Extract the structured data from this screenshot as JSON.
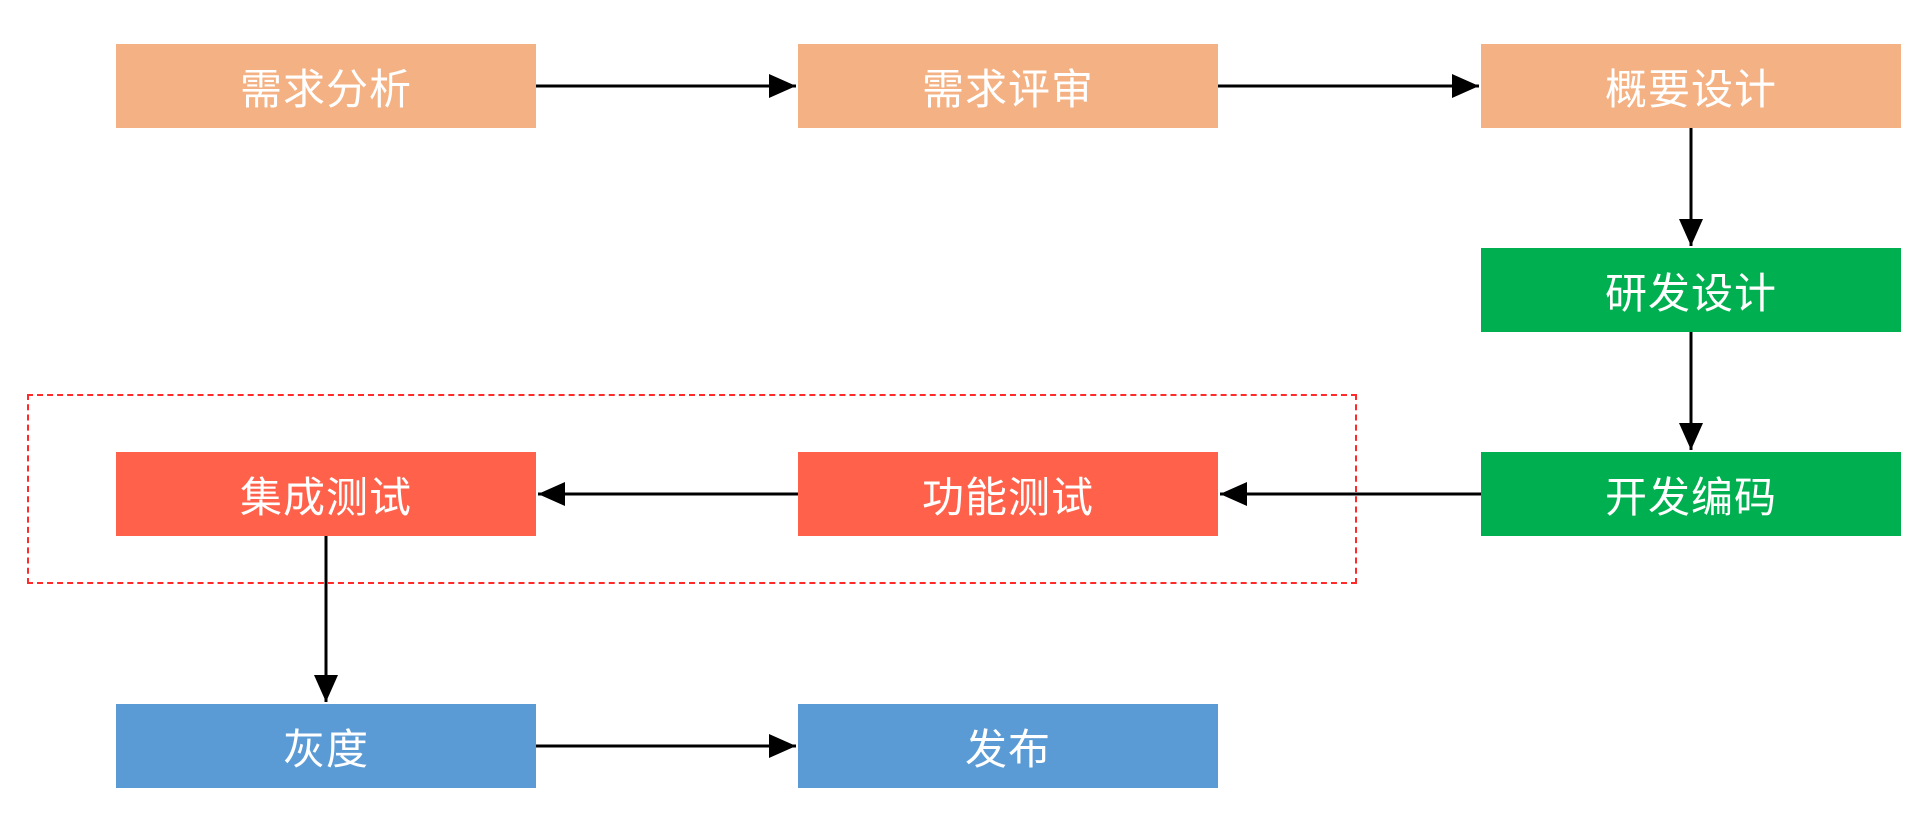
{
  "colors": {
    "requirement": "#F4B183",
    "development": "#00B050",
    "testing": "#FF614B",
    "release": "#5B9BD5",
    "arrow": "#000000",
    "group_border": "#FF2A2A"
  },
  "nodes": [
    {
      "id": "n1",
      "label": "需求分析",
      "stage": "requirement"
    },
    {
      "id": "n2",
      "label": "需求评审",
      "stage": "requirement"
    },
    {
      "id": "n3",
      "label": "概要设计",
      "stage": "requirement"
    },
    {
      "id": "n4",
      "label": "研发设计",
      "stage": "development"
    },
    {
      "id": "n5",
      "label": "开发编码",
      "stage": "development"
    },
    {
      "id": "n6",
      "label": "功能测试",
      "stage": "testing"
    },
    {
      "id": "n7",
      "label": "集成测试",
      "stage": "testing"
    },
    {
      "id": "n8",
      "label": "灰度",
      "stage": "release"
    },
    {
      "id": "n9",
      "label": "发布",
      "stage": "release"
    }
  ],
  "edges": [
    {
      "from": "n1",
      "to": "n2"
    },
    {
      "from": "n2",
      "to": "n3"
    },
    {
      "from": "n3",
      "to": "n4"
    },
    {
      "from": "n4",
      "to": "n5"
    },
    {
      "from": "n5",
      "to": "n6"
    },
    {
      "from": "n6",
      "to": "n7"
    },
    {
      "from": "n7",
      "to": "n8"
    },
    {
      "from": "n8",
      "to": "n9"
    }
  ],
  "group": {
    "members": [
      "n6",
      "n7"
    ],
    "style": "dashed"
  }
}
